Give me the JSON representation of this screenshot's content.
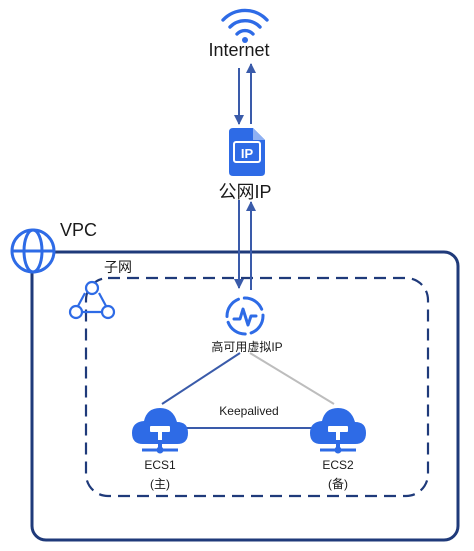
{
  "internet": {
    "label": "Internet",
    "icon": "wifi-icon"
  },
  "public_ip": {
    "label": "公网IP",
    "icon_text": "IP",
    "icon": "ip-document-icon"
  },
  "vpc": {
    "label": "VPC",
    "icon": "globe-icon"
  },
  "subnet": {
    "label": "子网",
    "icon": "subnet-icon"
  },
  "havip": {
    "label": "高可用虚拟IP",
    "icon": "havip-icon"
  },
  "heartbeat": {
    "label": "Keepalived"
  },
  "ecs1": {
    "label": "ECS1",
    "role": "(主)",
    "icon": "cloud-server-icon"
  },
  "ecs2": {
    "label": "ECS2",
    "role": "(备)",
    "icon": "cloud-server-icon"
  },
  "colors": {
    "primary": "#2E6BE6",
    "frame": "#1F3A7A",
    "line": "#3A5BAA",
    "standby_line": "#BDBDBD",
    "text": "#1a1a1a"
  }
}
